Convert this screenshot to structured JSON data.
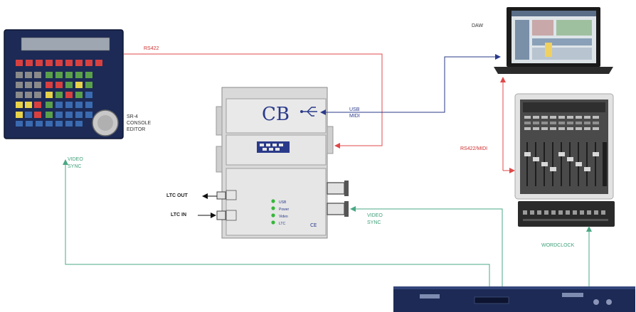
{
  "labels": {
    "daw": "DAW",
    "sr4_line1": "SR-4",
    "sr4_line2": "CONSOLE",
    "sr4_line3": "EDITOR",
    "cb_logo": "CB",
    "usb_line1": "USB",
    "usb_line2": "MIDI",
    "rs422_top": "RS422",
    "rs422_side": "RS422/MIDI",
    "video_left_line1": "VIDEO",
    "video_left_line2": "SYNC",
    "video_right_line1": "VIDEO",
    "video_right_line2": "SYNC",
    "ltc_out": "LTC OUT",
    "ltc_in": "LTC IN",
    "wordclock": "WORDCLOCK"
  },
  "leds": [
    "USB",
    "Power",
    "Video",
    "LTC"
  ],
  "colors": {
    "red_link": "#e04848",
    "blue_link": "#2a3a8a",
    "green_link": "#4aa884",
    "device_navy": "#1c2a55"
  }
}
